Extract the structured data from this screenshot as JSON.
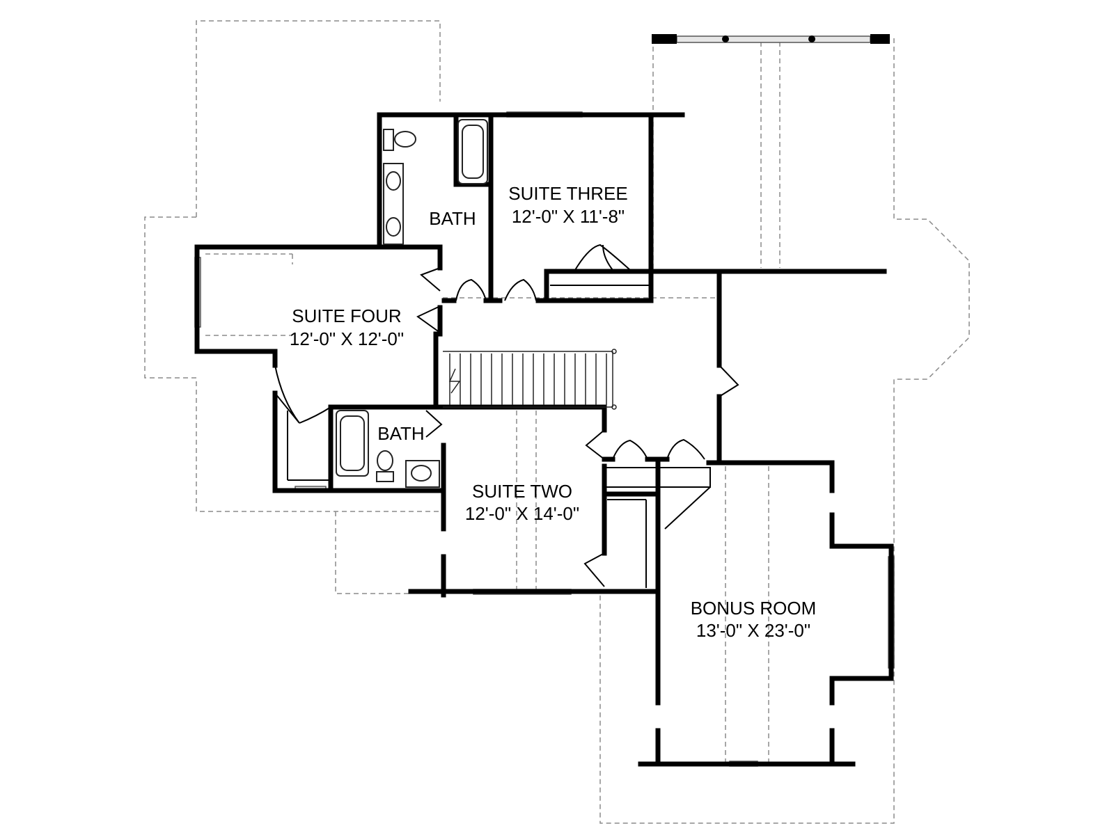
{
  "rooms": {
    "suite_three": {
      "name": "SUITE THREE",
      "size": "12'-0\" X 11'-8\""
    },
    "bath_upper": {
      "name": "BATH"
    },
    "suite_four": {
      "name": "SUITE FOUR",
      "size": "12'-0\" X 12'-0\""
    },
    "bath_lower": {
      "name": "BATH"
    },
    "suite_two": {
      "name": "SUITE TWO",
      "size": "12'-0\" X 14'-0\""
    },
    "bonus_room": {
      "name": "BONUS ROOM",
      "size": "13'-0\" X 23'-0\""
    }
  },
  "colors": {
    "wall": "#000000",
    "dashed_outline": "#8a8a8a",
    "background": "#ffffff"
  }
}
